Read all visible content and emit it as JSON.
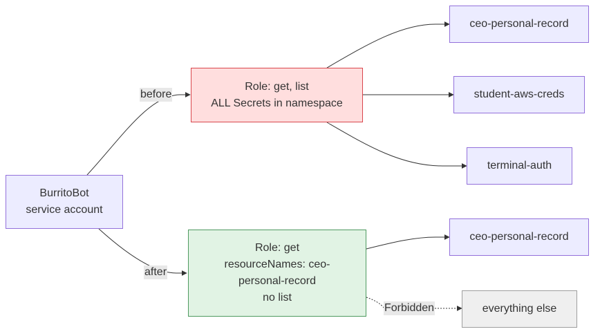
{
  "nodes": {
    "burritobot": {
      "lines": [
        "BurritoBot",
        "service account"
      ]
    },
    "role_before": {
      "lines": [
        "Role: get, list",
        "ALL Secrets in namespace"
      ]
    },
    "role_after": {
      "lines": [
        "Role: get",
        "resourceNames: ceo-",
        "personal-record",
        "no list"
      ]
    },
    "secret_ceo_before": {
      "lines": [
        "ceo-personal-record"
      ]
    },
    "secret_student": {
      "lines": [
        "student-aws-creds"
      ]
    },
    "secret_terminal": {
      "lines": [
        "terminal-auth"
      ]
    },
    "secret_ceo_after": {
      "lines": [
        "ceo-personal-record"
      ]
    },
    "everything_else": {
      "lines": [
        "everything else"
      ]
    }
  },
  "edge_labels": {
    "before": "before",
    "after": "after",
    "forbidden": "Forbidden"
  },
  "colors": {
    "default_fill": "#ECECFF",
    "default_border": "#9370DB",
    "danger_fill": "#FFDEDE",
    "danger_border": "#D9454C",
    "safe_fill": "#E1F3E4",
    "safe_border": "#4E9A60",
    "muted_fill": "#EFEFEF",
    "muted_border": "#9E9E9E",
    "edge": "#333333"
  }
}
